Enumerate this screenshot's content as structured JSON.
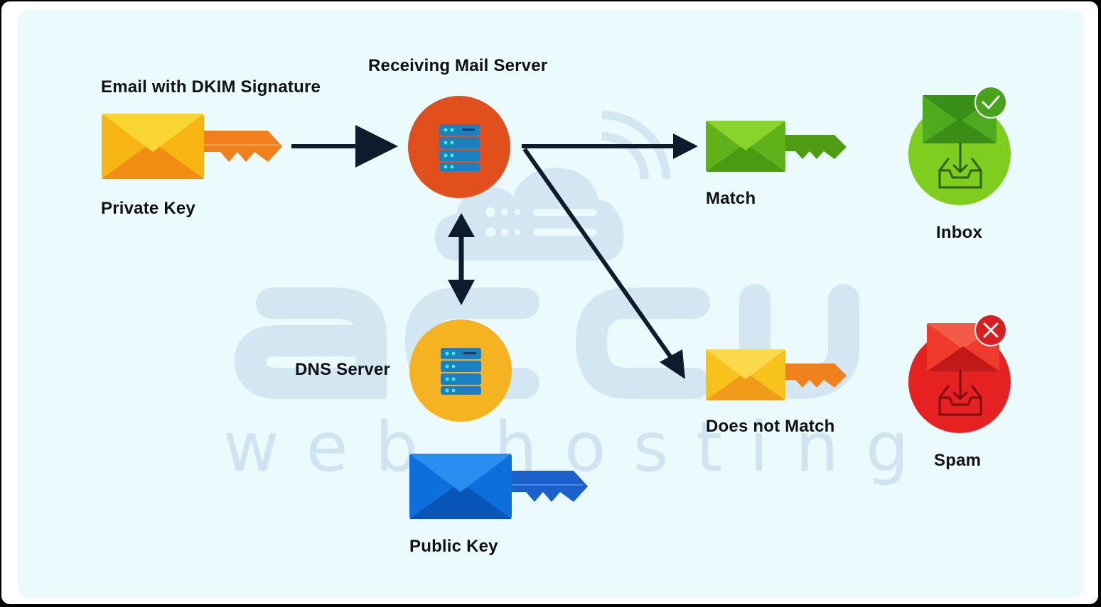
{
  "labels": {
    "email_dkim": "Email with DKIM Signature",
    "private_key": "Private Key",
    "receiving_server": "Receiving Mail Server",
    "dns_server": "DNS Server",
    "public_key": "Public Key",
    "match": "Match",
    "no_match": "Does not Match",
    "inbox": "Inbox",
    "spam": "Spam"
  },
  "watermark": {
    "word_top": "accu",
    "word_bottom": "web hosting"
  },
  "icons": {
    "sender_envelope": "envelope-key-icon",
    "receiving_server": "server-icon",
    "dns_server": "server-icon",
    "public_key": "envelope-key-icon",
    "match": "envelope-key-icon",
    "no_match": "envelope-key-icon",
    "inbox": "inbox-check-icon",
    "spam": "inbox-cross-icon"
  },
  "colors": {
    "panel_bg": "#ebfbfd",
    "arrow": "#0f1a2c",
    "sender_envelope": "#f7b514",
    "sender_key": "#f07f1c",
    "receiving_server_circle": "#e04f1c",
    "dns_server_circle": "#f5b322",
    "public_envelope": "#0d6fdc",
    "public_key": "#1c60cc",
    "match_envelope": "#5fb219",
    "no_match_envelope": "#f7c21c",
    "inbox_circle": "#7fcd1e",
    "spam_circle": "#e52121",
    "watermark": "#cfe4f0"
  }
}
